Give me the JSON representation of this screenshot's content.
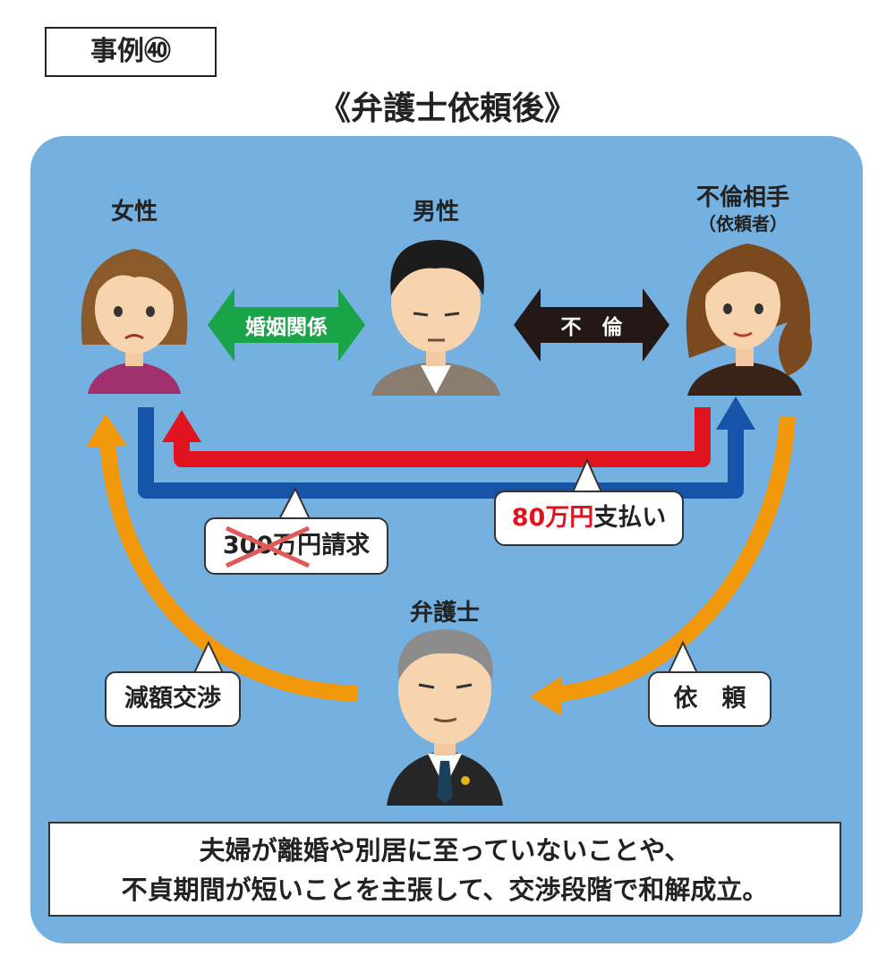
{
  "header": {
    "case_label": "事例㊵",
    "title": "《弁護士依頼後》"
  },
  "people": {
    "woman": "女性",
    "man": "男性",
    "affair_partner": "不倫相手",
    "affair_partner_sub": "（依頼者）",
    "lawyer": "弁護士"
  },
  "relations": {
    "marriage": "婚姻関係",
    "affair": "不　倫"
  },
  "bubbles": {
    "claim_amount": "300万円",
    "claim_suffix": "請求",
    "payment_amount": "80万円",
    "payment_suffix": "支払い",
    "negotiation": "減額交渉",
    "request": "依　頼"
  },
  "summary": {
    "line1": "夫婦が離婚や別居に至っていないことや、",
    "line2": "不貞期間が短いことを主張して、交渉段階で和解成立。"
  },
  "colors": {
    "panel": "#74b0e0",
    "marriage_arrow": "#1ba34a",
    "affair_arrow": "#231815",
    "payment_arrow": "#e0141e",
    "claim_arrow": "#1554a8",
    "lawyer_arrow": "#f0980a"
  }
}
